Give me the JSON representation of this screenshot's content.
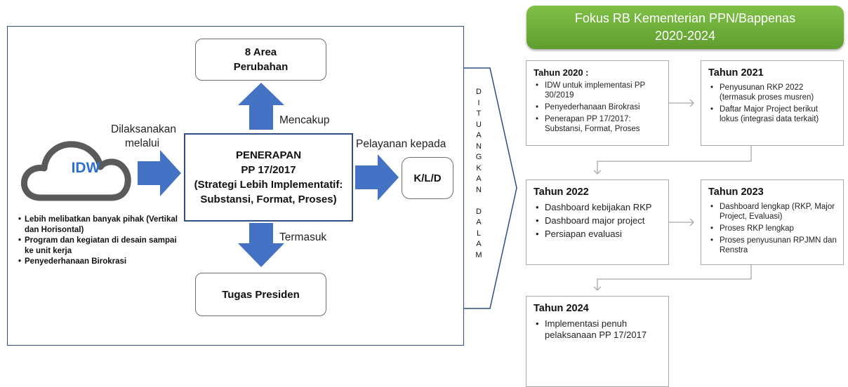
{
  "diagram": {
    "top_box": {
      "line1": "8 Area",
      "line2": "Perubahan"
    },
    "center_box": {
      "line1": "PENERAPAN",
      "line2": "PP 17/2017",
      "line3": "(Strategi Lebih Implementatif:",
      "line4": "Substansi, Format, Proses)"
    },
    "bottom_box": {
      "label": "Tugas Presiden"
    },
    "kld_box": {
      "label": "K/L/D"
    },
    "cloud": {
      "label": "IDW"
    },
    "labels": {
      "dilaksanakan_1": "Dilaksanakan",
      "dilaksanakan_2": "melalui",
      "mencakup": "Mencakup",
      "termasuk": "Termasuk",
      "pelayanan": "Pelayanan kepada"
    },
    "idw_bullets": [
      "Lebih melibatkan banyak pihak (Vertikal dan Horisontal)",
      "Program dan kegiatan di desain sampai ke unit kerja",
      "Penyederhanaan Birokrasi"
    ],
    "vertical_text": [
      "D",
      "I",
      "T",
      "U",
      "A",
      "N",
      "G",
      "K",
      "A",
      "N",
      "",
      "D",
      "A",
      "L",
      "A",
      "M"
    ],
    "colors": {
      "arrow_blue": "#4472c4",
      "frame_blue": "#2f4f84",
      "header_green": "#70ad47",
      "cloud_text": "#2f6fd1"
    }
  },
  "panel": {
    "header": {
      "line1": "Fokus RB Kementerian PPN/Bappenas",
      "line2": "2020-2024"
    },
    "years": [
      {
        "title": "Tahun 2020 :",
        "items": [
          "IDW untuk implementasi PP 30/2019",
          "Penyederhanaan Birokrasi",
          "Penerapan PP 17/2017: Substansi, Format, Proses"
        ]
      },
      {
        "title": "Tahun 2021",
        "items": [
          "Penyusunan RKP 2022 (termasuk proses musren)",
          "Daftar Major Project berikut lokus (integrasi data terkait)"
        ]
      },
      {
        "title": "Tahun 2022",
        "items": [
          "Dashboard kebijakan RKP",
          "Dashboard major project",
          "Persiapan evaluasi"
        ]
      },
      {
        "title": "Tahun 2023",
        "items": [
          "Dashboard lengkap (RKP, Major Project, Evaluasi)",
          "Proses RKP lengkap",
          "Proses penyusunan RPJMN dan Renstra"
        ]
      },
      {
        "title": "Tahun 2024",
        "items": [
          "Implementasi penuh pelaksanaan PP 17/2017"
        ]
      }
    ]
  }
}
